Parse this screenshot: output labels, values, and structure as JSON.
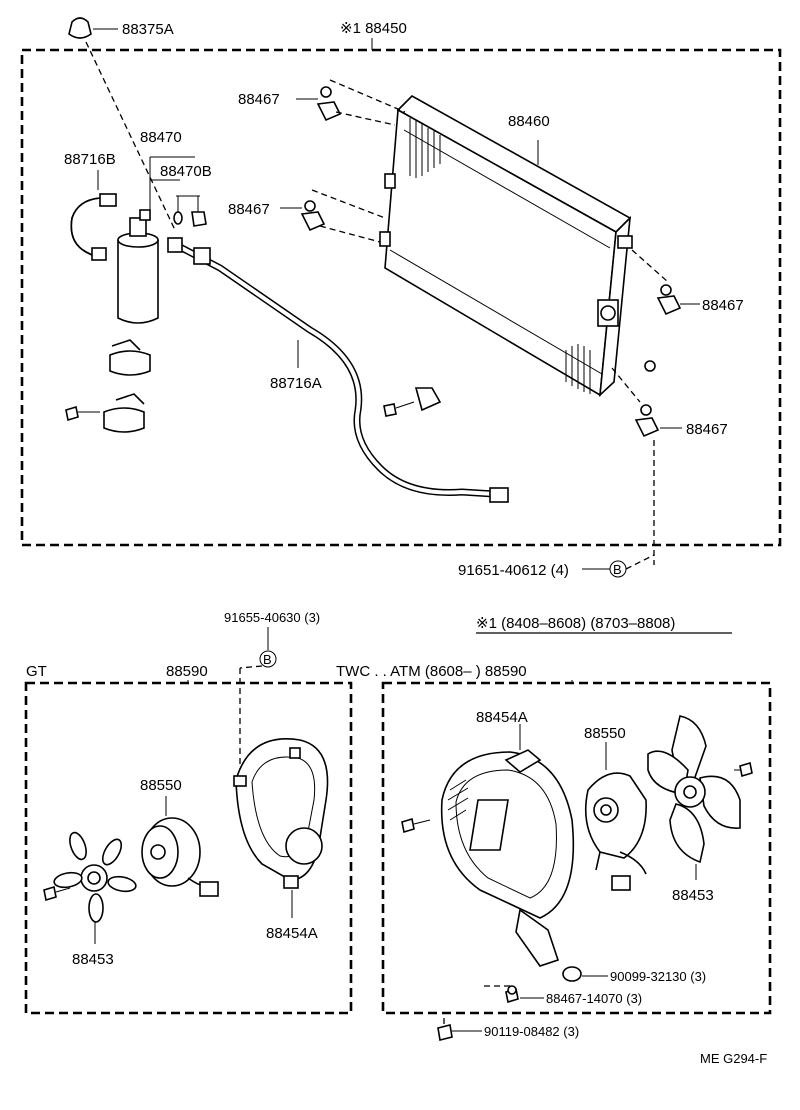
{
  "top_assembly": {
    "group_label": "※1 88450",
    "parts": {
      "p88375A": "88375A",
      "p88470": "88470",
      "p88470B": "88470B",
      "p88716B": "88716B",
      "p88467_a": "88467",
      "p88467_b": "88467",
      "p88467_c": "88467",
      "p88467_d": "88467",
      "p88460": "88460",
      "p88716A": "88716A",
      "bolt_ref": "91651-40612 (4)",
      "bolt_marker": "B"
    }
  },
  "gt_assembly": {
    "title": "GT",
    "group_label": "88590",
    "bolt_ref": "91655-40630 (3)",
    "bolt_marker": "B",
    "parts": {
      "motor": "88550",
      "fan": "88453",
      "shroud": "88454A"
    }
  },
  "atm_assembly": {
    "title": "TWC . . ATM (8608–     ) 88590",
    "note": "※1 (8408–8608) (8703–8808)",
    "parts": {
      "shroud": "88454A",
      "motor": "88550",
      "fan": "88453",
      "grommet": "90099-32130 (3)",
      "bolt_a": "88467-14070 (3)",
      "bolt_b": "90119-08482 (3)"
    }
  },
  "footer": {
    "code": "ME G294-F"
  }
}
